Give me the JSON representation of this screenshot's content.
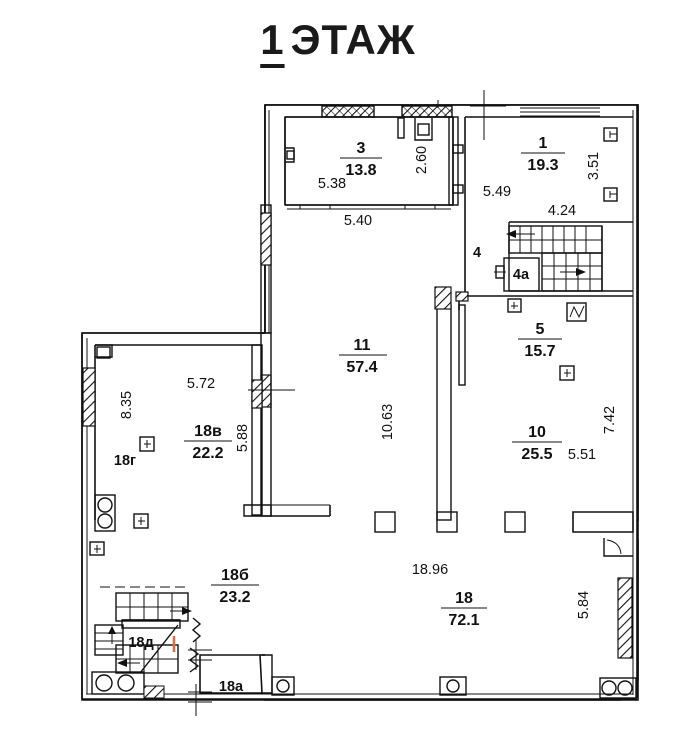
{
  "title": {
    "number": "1",
    "word": "ЭТАЖ",
    "full": "1 ЭТАЖ"
  },
  "drawing": {
    "kind": "floor-plan",
    "language": "ru",
    "line_color": "#111111",
    "background_color": "#ffffff",
    "accent_color": "#d4714a"
  },
  "rooms": [
    {
      "id": "room-3",
      "number": "3",
      "area": "13.8",
      "has_area": true
    },
    {
      "id": "room-1",
      "number": "1",
      "area": "19.3",
      "has_area": true
    },
    {
      "id": "room-4",
      "number": "4",
      "area": "",
      "has_area": false
    },
    {
      "id": "room-4a",
      "number": "4а",
      "area": "",
      "has_area": false
    },
    {
      "id": "room-5",
      "number": "5",
      "area": "15.7",
      "has_area": true
    },
    {
      "id": "room-10",
      "number": "10",
      "area": "25.5",
      "has_area": true
    },
    {
      "id": "room-11",
      "number": "11",
      "area": "57.4",
      "has_area": true
    },
    {
      "id": "room-18v",
      "number": "18в",
      "area": "22.2",
      "has_area": true
    },
    {
      "id": "room-18g",
      "number": "18г",
      "area": "",
      "has_area": false
    },
    {
      "id": "room-18b",
      "number": "18б",
      "area": "23.2",
      "has_area": true
    },
    {
      "id": "room-18d",
      "number": "18д",
      "area": "",
      "has_area": false
    },
    {
      "id": "room-18a",
      "number": "18а",
      "area": "",
      "has_area": false
    },
    {
      "id": "room-18",
      "number": "18",
      "area": "72.1",
      "has_area": true
    }
  ],
  "labels": {
    "room3_num": "3",
    "room3_area": "13.8",
    "room1_num": "1",
    "room1_area": "19.3",
    "room4_num": "4",
    "room4a_num": "4а",
    "room5_num": "5",
    "room5_area": "15.7",
    "room10_num": "10",
    "room10_area": "25.5",
    "room11_num": "11",
    "room11_area": "57.4",
    "room18v_num": "18в",
    "room18v_area": "22.2",
    "room18g_num": "18г",
    "room18b_num": "18б",
    "room18b_area": "23.2",
    "room18d_num": "18д",
    "room18a_num": "18а",
    "room18_num": "18",
    "room18_area": "72.1"
  },
  "dimensions": {
    "d_5_38": "5.38",
    "d_5_40": "5.40",
    "d_2_60": "2.60",
    "d_5_49": "5.49",
    "d_3_51": "3.51",
    "d_4_24": "4.24",
    "d_7_42": "7.42",
    "d_5_51": "5.51",
    "d_10_63": "10.63",
    "d_8_35": "8.35",
    "d_5_72": "5.72",
    "d_5_88": "5.88",
    "d_18_96": "18.96",
    "d_5_84": "5.84"
  },
  "symbols": {
    "stair_up_arrow": "stair-direction-arrow",
    "electric_outlet": "outlet-symbol",
    "radiator": "radiator-symbol",
    "sink_fixture": "round-fixture-symbol",
    "column": "structural-column"
  }
}
